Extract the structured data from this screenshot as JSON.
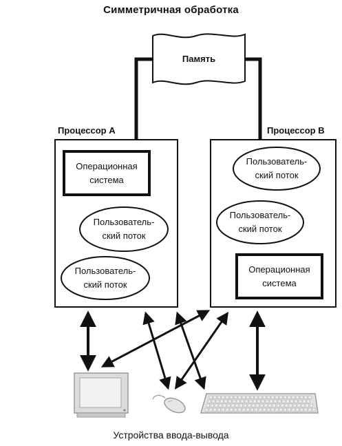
{
  "title": "Симметричная обработка",
  "memory": {
    "label": "Память"
  },
  "processor_a": {
    "label": "Процессор А",
    "os_label": [
      "Операционная",
      "система"
    ],
    "threads": [
      [
        "Пользователь-",
        "ский поток"
      ],
      [
        "Пользователь-",
        "ский поток"
      ]
    ]
  },
  "processor_b": {
    "label": "Процессор В",
    "os_label": [
      "Операционная",
      "система"
    ],
    "threads": [
      [
        "Пользователь-",
        "ский поток"
      ],
      [
        "Пользователь-",
        "ский поток"
      ]
    ]
  },
  "devices": {
    "caption": "Устройства ввода-вывода",
    "items": [
      "monitor-icon",
      "mouse-icon",
      "keyboard-icon"
    ]
  },
  "colors": {
    "line": "#111111",
    "device_fill": "#e4e4e4",
    "device_stroke": "#9a9a9a"
  }
}
